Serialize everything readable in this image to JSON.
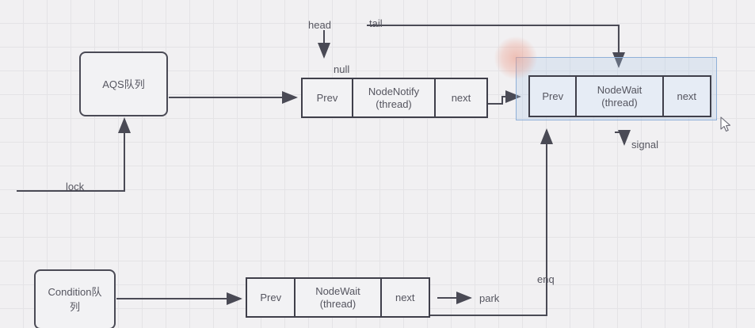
{
  "diagram": {
    "title": "AQS and Condition queue diagram",
    "background": "#f1f0f2",
    "grid_color": "#e4e3e6",
    "stroke_color": "#4a4a55",
    "selection_color": "#8fb0d8",
    "selection_fill": "#e6ecf5",
    "highlight_blob_color": "#ec9682"
  },
  "boxes": {
    "aqs_queue": "AQS队列",
    "condition_queue": "Condition队\n列"
  },
  "nodes": {
    "node_notify": {
      "prev": "Prev",
      "payload": "NodeNotify\n(thread)",
      "next": "next"
    },
    "node_wait_selected": {
      "prev": "Prev",
      "payload": "NodeWait\n(thread)",
      "next": "next"
    },
    "node_wait_condition": {
      "prev": "Prev",
      "payload": "NodeWait\n(thread)",
      "next": "next"
    }
  },
  "labels": {
    "head": "head",
    "tail": "tail",
    "null": "null",
    "lock": "lock",
    "signal": "signal",
    "enq": "enq",
    "park": "park"
  }
}
